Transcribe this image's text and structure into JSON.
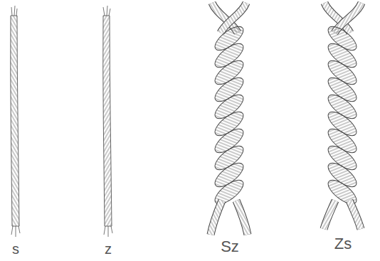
{
  "diagram": {
    "labels": [
      "s",
      "z",
      "Sz",
      "Zs"
    ]
  }
}
